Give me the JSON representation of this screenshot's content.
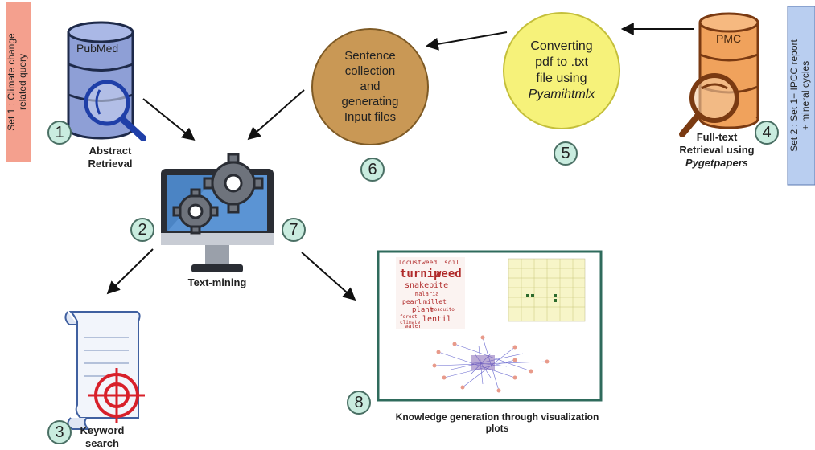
{
  "side_labels": {
    "set1": [
      "Set 1 : Climate change",
      "related query"
    ],
    "set2": [
      "Set 2 : Set 1+ IPCC report",
      "+ mineral cycles"
    ]
  },
  "databases": {
    "pubmed": "PubMed",
    "pmc": "PMC"
  },
  "steps": {
    "n1": "1",
    "n2": "2",
    "n3": "3",
    "n4": "4",
    "n5": "5",
    "n6": "6",
    "n7": "7",
    "n8": "8"
  },
  "labels": {
    "abstract": [
      "Abstract",
      "Retrieval"
    ],
    "fulltext": [
      "Full-text",
      "Retrieval using",
      "Pygetpapers"
    ],
    "textmining": "Text-mining",
    "keyword": [
      "Keyword",
      "search"
    ],
    "knowledge": [
      "Knowledge generation through visualization",
      "plots"
    ]
  },
  "circles": {
    "sentence": [
      "Sentence",
      "collection",
      "and",
      "generating",
      "Input files"
    ],
    "converting": [
      "Converting",
      "pdf to .txt",
      "file using",
      "Pyamihtmlx"
    ]
  },
  "wordcloud": [
    "locustweed",
    "soil",
    "turnip",
    "weed",
    "snakebite",
    "malaria",
    "pearl",
    "millet",
    "plant",
    "mosquito",
    "forest",
    "climate",
    "lentil",
    "water"
  ],
  "colors": {
    "set1_bg": "#f4a08e",
    "set2_bg": "#b9cef0",
    "pubmed": "#8e9fd6",
    "pmc": "#f0a25c",
    "sentence_circle": "#c99855",
    "converting_circle": "#f6f27a",
    "panel_border": "#2f6b5c"
  }
}
